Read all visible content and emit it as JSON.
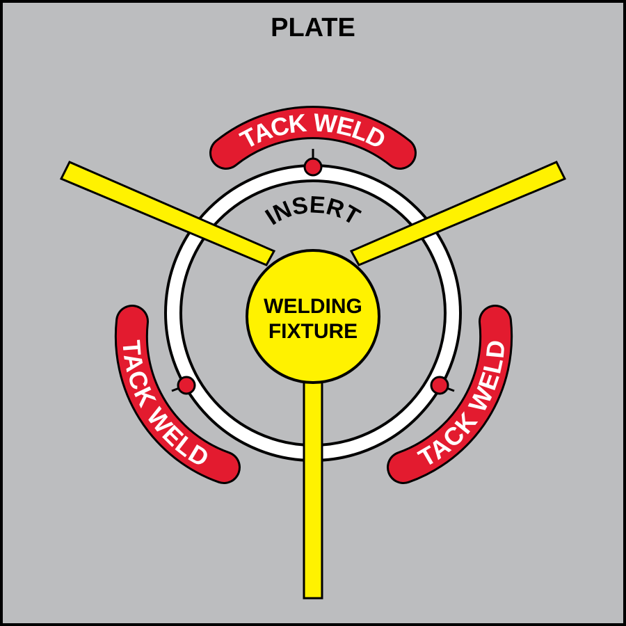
{
  "plate": {
    "label": "PLATE",
    "fill": "#bcbdbf",
    "border": "#000000"
  },
  "insert": {
    "label": "INSERT",
    "ring_fill": "#ffffff"
  },
  "fixture": {
    "line1": "WELDING",
    "line2": "FIXTURE",
    "fill": "#fff200"
  },
  "tack_welds": [
    {
      "label": "TACK WELD"
    },
    {
      "label": "TACK WELD"
    },
    {
      "label": "TACK WELD"
    }
  ],
  "colors": {
    "tack_weld": "#e31b2f",
    "tack_weld_text": "#ffffff",
    "outline": "#000000"
  }
}
